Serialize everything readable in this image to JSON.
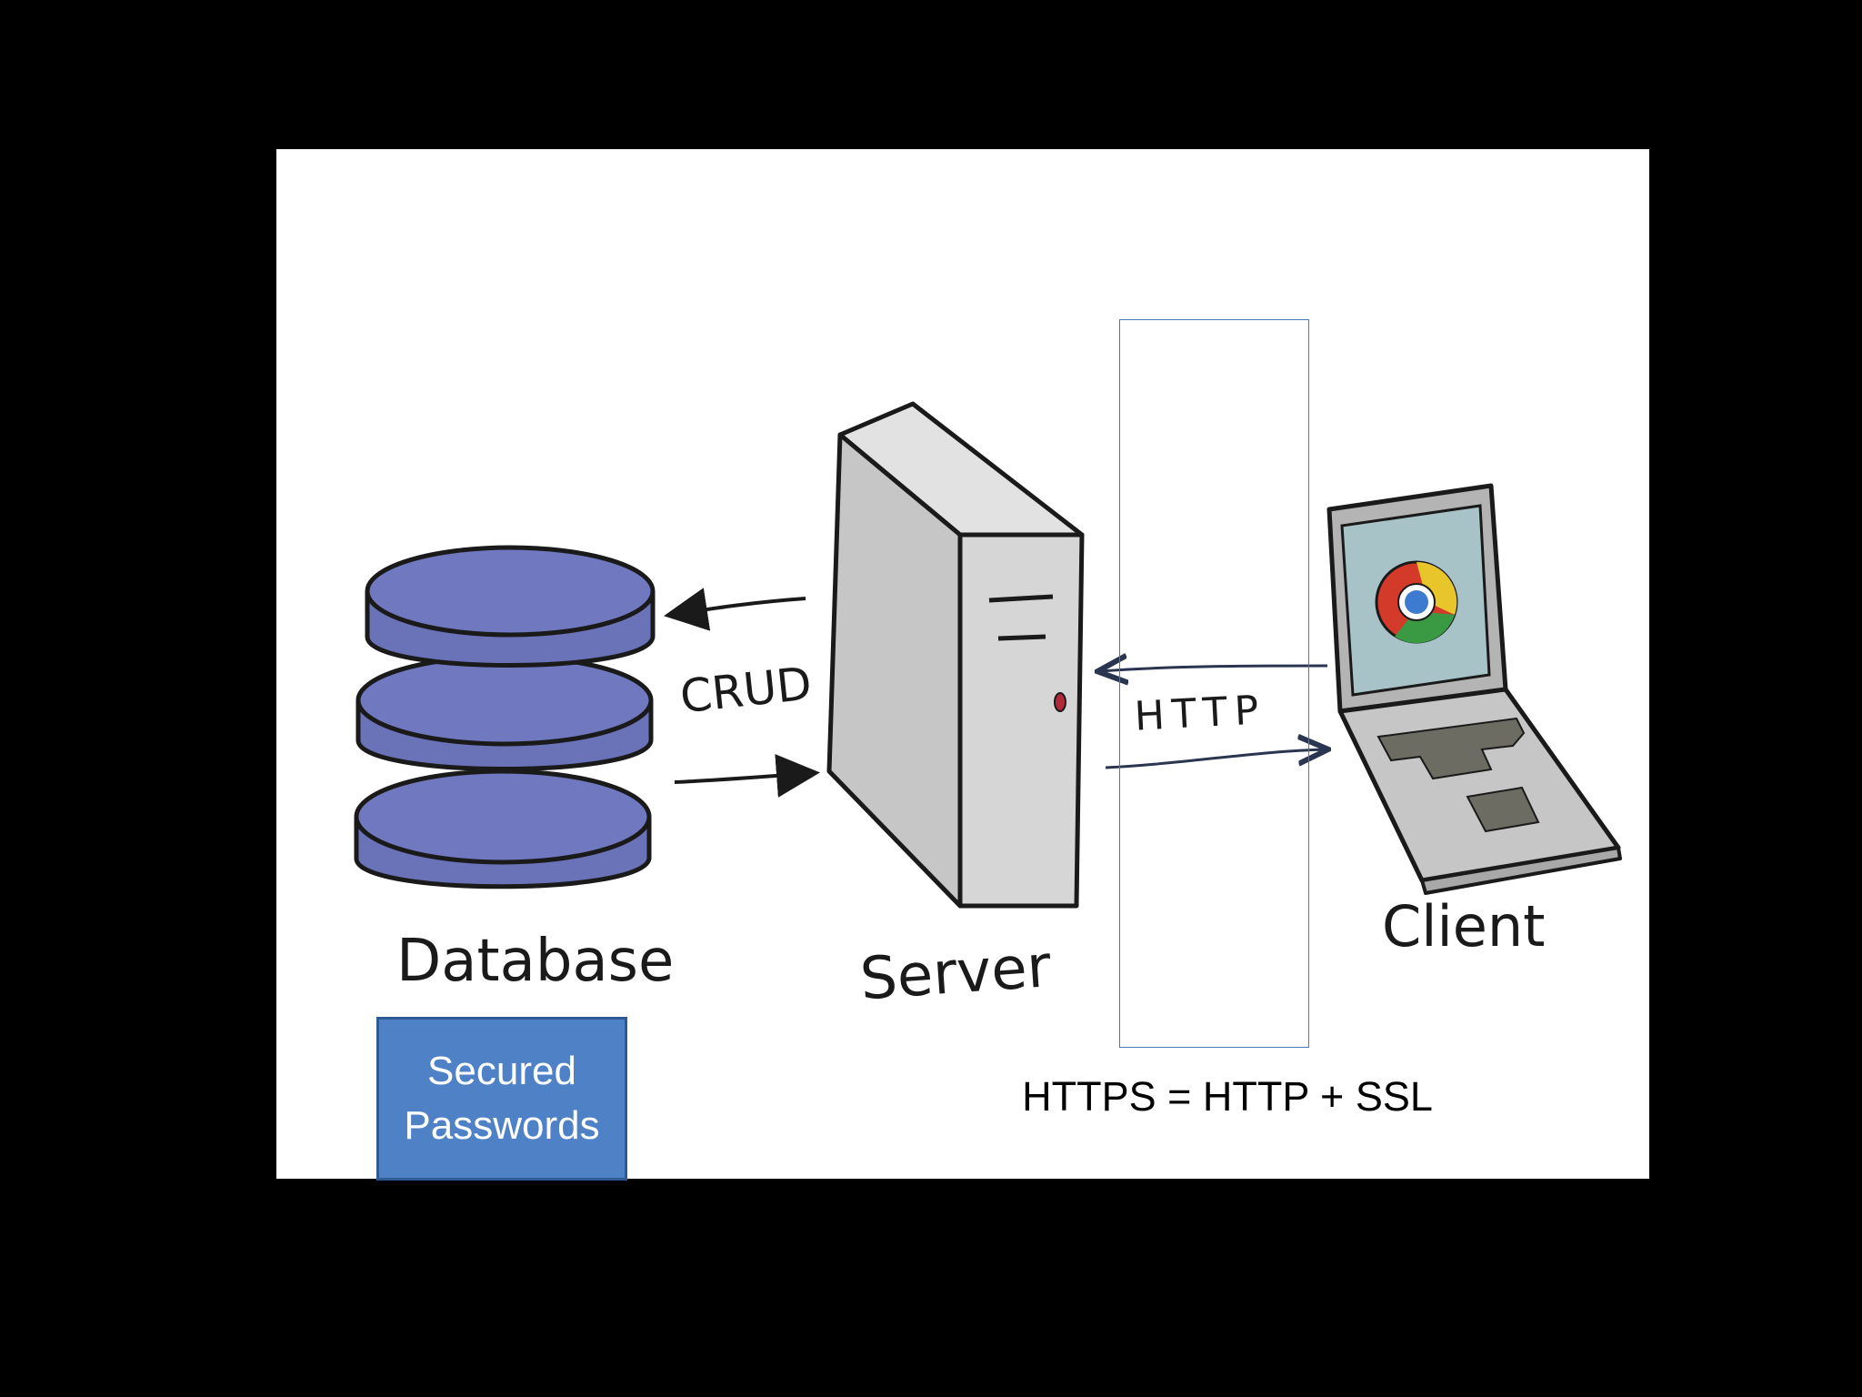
{
  "labels": {
    "database": "Database",
    "server": "Server",
    "client": "Client",
    "crud": "CRUD",
    "http": "HTTP"
  },
  "secured_passwords": "Secured Passwords",
  "https_formula": "HTTPS = HTTP + SSL",
  "colors": {
    "background": "#000000",
    "slide": "#ffffff",
    "database_fill": "#6a72b8",
    "server_fill": "#c9c9c9",
    "laptop_fill": "#b8b8b8",
    "laptop_screen": "#a8c3c8",
    "box_blue": "#4f81c7",
    "ssl_border": "#4a78b5"
  },
  "icons": [
    "database-icon",
    "server-icon",
    "laptop-icon",
    "browser-logo-icon"
  ]
}
